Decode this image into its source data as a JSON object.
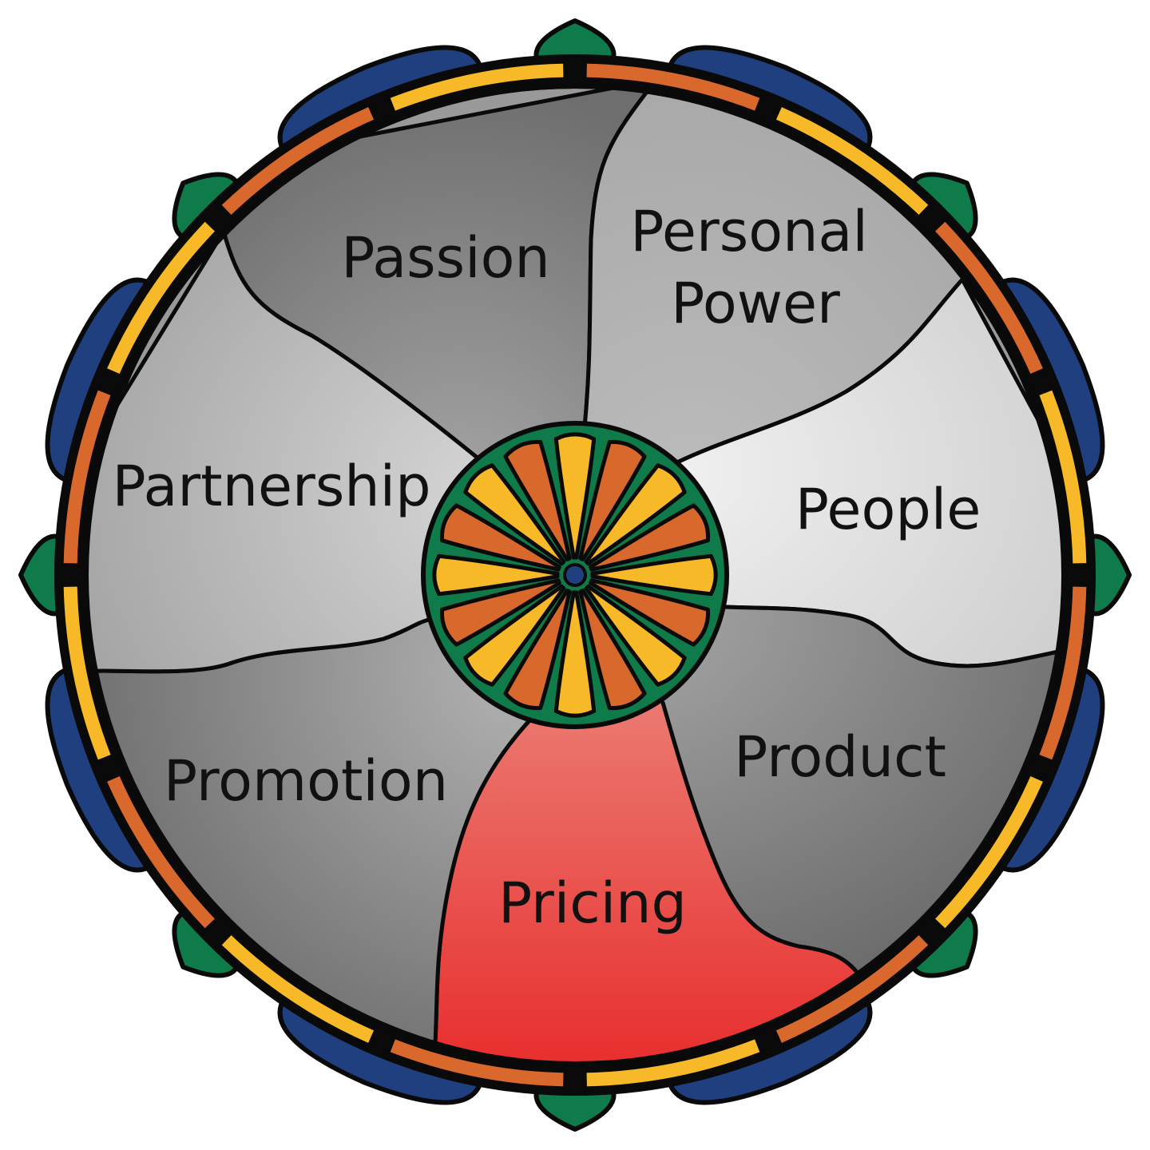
{
  "segments": {
    "passion": {
      "label": "Passion",
      "color": "#7c7c7c"
    },
    "personal_power": {
      "label_line1": "Personal",
      "label_line2": "Power",
      "color": "#b1b1b1"
    },
    "people": {
      "label": "People",
      "color": "#e2e2e2"
    },
    "product": {
      "label": "Product",
      "color": "#8e8e8e"
    },
    "pricing": {
      "label": "Pricing",
      "color": "#e8382f"
    },
    "promotion": {
      "label": "Promotion",
      "color": "#8e8e8e"
    },
    "partnership": {
      "label": "Partnership",
      "color": "#c2c2c2"
    }
  },
  "palette": {
    "outer_blue": "#1f3f7f",
    "outer_green": "#0f7a4a",
    "ring_orange": "#d9682c",
    "ring_yellow": "#f7b928",
    "center_green": "#0f7a4a",
    "petal_yellow": "#f7b928",
    "petal_orange": "#d9682c",
    "center_dot": "#1f3f7f"
  },
  "icons": {
    "leaf": "leaf-icon",
    "petal": "petal-icon"
  }
}
